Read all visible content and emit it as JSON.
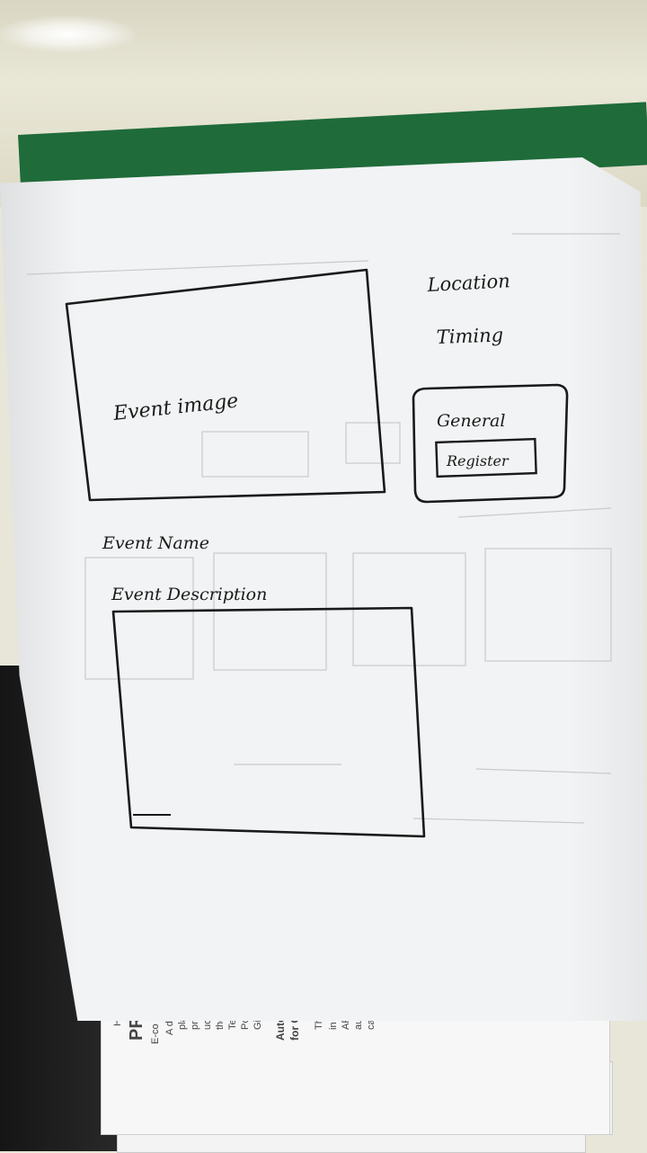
{
  "sketch": {
    "event_image_label": "Event image",
    "location_label": "Location",
    "timing_label": "Timing",
    "general_label": "General",
    "register_label": "Register",
    "event_name_label": "Event Name",
    "event_description_label": "Event Description"
  },
  "background_sheet": {
    "lines": [
      "HT",
      "PR",
      "E-co",
      "A d",
      "pla",
      "pro",
      "uct",
      "the",
      "Tec",
      "Pos",
      "Git",
      "Auto",
      "for C",
      "Th",
      "in",
      "AF",
      "au",
      "ca"
    ]
  },
  "colors": {
    "ink": "#1a1a1a",
    "paper": "#f2f3f4",
    "binder": "#1f6b3a",
    "wall": "#e3e0cd"
  }
}
